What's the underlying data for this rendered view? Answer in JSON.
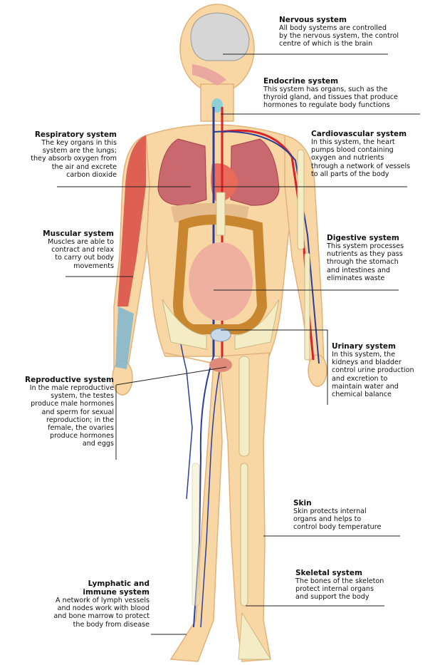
{
  "labels": {
    "nervous": {
      "title": "Nervous system",
      "desc": "All body systems are controlled\nby the nervous system, the control\ncentre of which is the brain"
    },
    "endocrine": {
      "title": "Endocrine system",
      "desc": "This system has organs, such as the\nthyroid gland, and tissues that produce\nhormones to regulate body functions"
    },
    "respiratory": {
      "title": "Respiratory system",
      "desc": "The key organs in this\nsystem are the lungs;\nthey absorb oxygen from\nthe air and excrete\ncarbon dioxide"
    },
    "cardiovascular": {
      "title": "Cardiovascular system",
      "desc": "In this system, the heart\npumps blood containing\noxygen and nutrients\nthrough a network of vessels\nto all parts of the body"
    },
    "muscular": {
      "title": "Muscular system",
      "desc": "Muscles are able to\ncontract and relax\nto carry out body\nmovements"
    },
    "digestive": {
      "title": "Digestive system",
      "desc": "This system processes\nnutrients as they pass\nthrough the stomach\nand intestines and\neliminates waste"
    },
    "urinary": {
      "title": "Urinary system",
      "desc": "In this system, the\nkidneys and bladder\ncontrol urine production\nand excretion to\nmaintain water and\nchemical balance"
    },
    "reproductive": {
      "title": "Reproductive system",
      "desc": "In the male reproductive\nsystem, the testes\nproduce male hormones\nand sperm for sexual\nreproduction; in the\nfemale, the ovaries\nproduce hormones\nand eggs"
    },
    "skin": {
      "title": "Skin",
      "desc": "Skin protects internal\norgans and helps to\ncontrol body temperature"
    },
    "skeletal": {
      "title": "Skeletal system",
      "desc": "The bones of the skeleton\nprotect internal organs\nand support the body"
    },
    "lymphatic": {
      "title": "Lymphatic and\nimmune system",
      "desc": "A network of lymph vessels\nand nodes work with blood\nand bone marrow to protect\nthe body from disease"
    }
  },
  "colors": {
    "skin": "#f8d7a4",
    "skin_outline": "#e2b27a",
    "bone": "#f3ecc4",
    "muscle": "#d9534a",
    "lung": "#c9686f",
    "artery": "#d8222a",
    "vein": "#2b3f9a",
    "intestine": "#c8862f",
    "brain": "#d6d6d6"
  }
}
